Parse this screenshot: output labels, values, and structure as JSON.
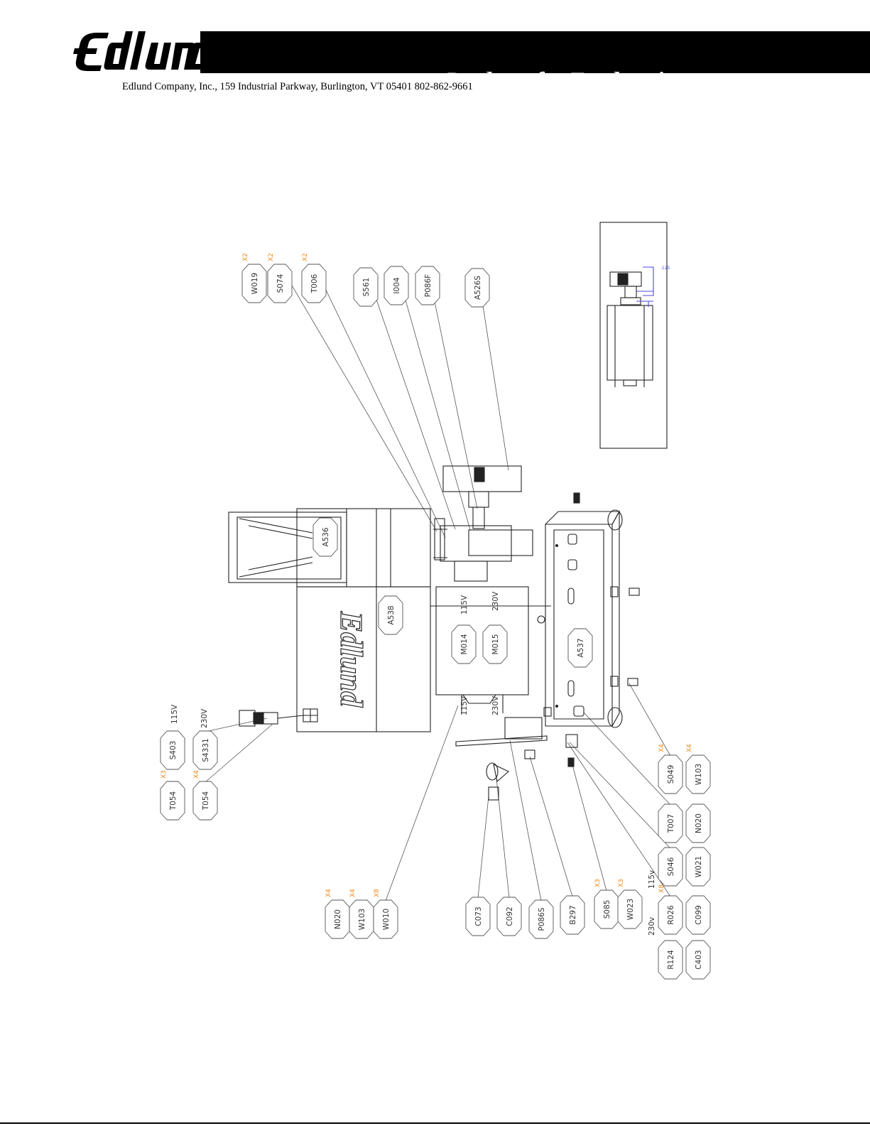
{
  "header": {
    "logo_text": "Edlund",
    "tagline": "Products for Foodservice",
    "address": "Edlund Company, Inc., 159 Industrial Parkway, Burlington, VT 05401  802-862-9661"
  },
  "colors": {
    "quantity_accent": "#f08a1c",
    "dimension": "#4a4adf",
    "line": "#333333"
  },
  "detail_view": {
    "dimension_text": ".125"
  },
  "parts": [
    {
      "code": "W019",
      "qty": "X2"
    },
    {
      "code": "S074",
      "qty": "X2"
    },
    {
      "code": "T006",
      "qty": "X2"
    },
    {
      "code": "S561",
      "qty": ""
    },
    {
      "code": "I004",
      "qty": ""
    },
    {
      "code": "P086F",
      "qty": ""
    },
    {
      "code": "A526S",
      "qty": ""
    },
    {
      "code": "A536",
      "qty": ""
    },
    {
      "code": "A538",
      "qty": ""
    },
    {
      "code": "M014",
      "qty": ""
    },
    {
      "code": "M015",
      "qty": ""
    },
    {
      "code": "A537",
      "qty": ""
    },
    {
      "code": "S403",
      "qty": ""
    },
    {
      "code": "S4331",
      "qty": ""
    },
    {
      "code": "T054",
      "qty": "X3"
    },
    {
      "code": "T054",
      "qty": "X4"
    },
    {
      "code": "N020",
      "qty": "X4"
    },
    {
      "code": "W103",
      "qty": "X4"
    },
    {
      "code": "W010",
      "qty": "X8"
    },
    {
      "code": "C073",
      "qty": ""
    },
    {
      "code": "C092",
      "qty": ""
    },
    {
      "code": "P086S",
      "qty": ""
    },
    {
      "code": "B297",
      "qty": ""
    },
    {
      "code": "S085",
      "qty": "X3"
    },
    {
      "code": "W023",
      "qty": "X3"
    },
    {
      "code": "R026",
      "qty": "X8"
    },
    {
      "code": "C099",
      "qty": ""
    },
    {
      "code": "R124",
      "qty": ""
    },
    {
      "code": "C403",
      "qty": ""
    },
    {
      "code": "S049",
      "qty": "X4"
    },
    {
      "code": "W103",
      "qty": "X4"
    },
    {
      "code": "T007",
      "qty": ""
    },
    {
      "code": "N020",
      "qty": ""
    },
    {
      "code": "S046",
      "qty": ""
    },
    {
      "code": "W021",
      "qty": ""
    }
  ],
  "voltage_labels": [
    "115V",
    "230V",
    "115V",
    "230V",
    "115V",
    "230V",
    "115v",
    "230v"
  ]
}
